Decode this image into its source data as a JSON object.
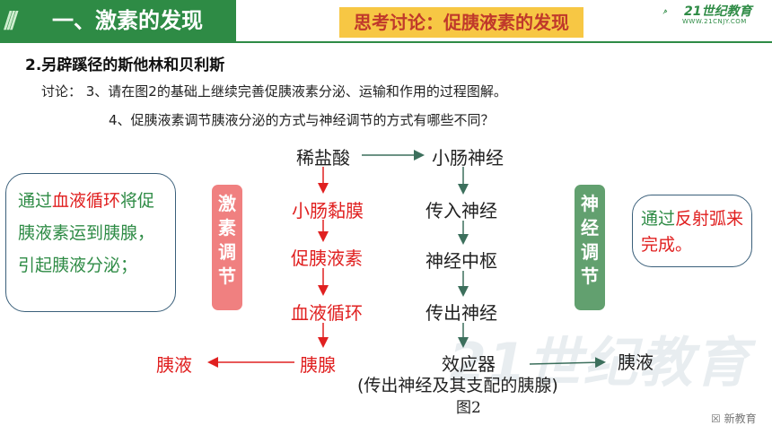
{
  "header": {
    "section_title": "一、激素的发现",
    "topic": "思考讨论：促胰液素的发现",
    "logo_text": "21世纪教育",
    "logo_url": "WWW.21CNJY.COM"
  },
  "subtitle": "2.另辟蹊径的斯他林和贝利斯",
  "discussion": {
    "q3": "讨论：  3、请在图2的基础上继续完善促胰液素分泌、运输和作用的过程图解。",
    "q4": "4、促胰液素调节胰液分泌的方式与神经调节的方式有哪些不同？"
  },
  "left_bubble": {
    "prefix": "通过",
    "highlight": "血液循环",
    "rest": "将促胰液素运到胰腺，引起胰液分泌；"
  },
  "right_bubble": {
    "prefix": "通过",
    "highlight": "反射弧",
    "rest": "来完成。"
  },
  "labels": {
    "hormone": "激素调节",
    "nerve": "神经调节"
  },
  "flow": {
    "hcl": "稀盐酸",
    "intestinal_nerve": "小肠神经",
    "mucosa": "小肠黏膜",
    "secretin": "促胰液素",
    "blood": "血液循环",
    "pancreas": "胰腺",
    "juice_left": "胰液",
    "afferent": "传入神经",
    "center": "神经中枢",
    "efferent": "传出神经",
    "effector": "效应器",
    "juice_right": "胰液",
    "effector_note": "(传出神经及其支配的胰腺)",
    "figure_label": "图2"
  },
  "colors": {
    "header_green": "#2e8b45",
    "topic_yellow": "#f7c744",
    "arrow_red": "#e02020",
    "arrow_green": "#3c6f5c"
  },
  "footer": {
    "brand": "新教育"
  }
}
